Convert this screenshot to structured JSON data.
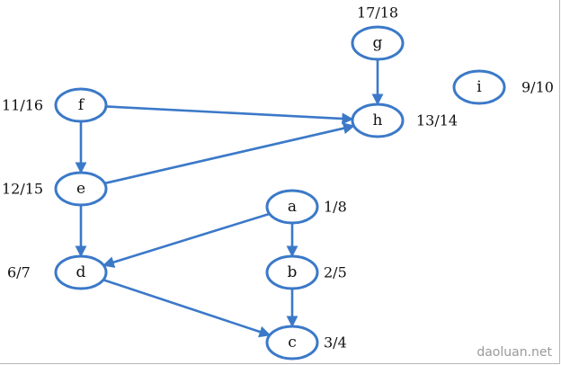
{
  "graph": {
    "nodes": [
      {
        "id": "a",
        "label": "a",
        "time": "1/8"
      },
      {
        "id": "b",
        "label": "b",
        "time": "2/5"
      },
      {
        "id": "c",
        "label": "c",
        "time": "3/4"
      },
      {
        "id": "d",
        "label": "d",
        "time": "6/7"
      },
      {
        "id": "e",
        "label": "e",
        "time": "12/15"
      },
      {
        "id": "f",
        "label": "f",
        "time": "11/16"
      },
      {
        "id": "g",
        "label": "g",
        "time": "17/18"
      },
      {
        "id": "h",
        "label": "h",
        "time": "13/14"
      },
      {
        "id": "i",
        "label": "i",
        "time": "9/10"
      }
    ],
    "edges": [
      {
        "from": "g",
        "to": "h"
      },
      {
        "from": "f",
        "to": "h"
      },
      {
        "from": "f",
        "to": "e"
      },
      {
        "from": "e",
        "to": "h"
      },
      {
        "from": "e",
        "to": "d"
      },
      {
        "from": "a",
        "to": "d"
      },
      {
        "from": "a",
        "to": "b"
      },
      {
        "from": "b",
        "to": "c"
      },
      {
        "from": "d",
        "to": "c"
      }
    ],
    "edge_color": "#3b79c8"
  },
  "watermark": "daoluan.net"
}
